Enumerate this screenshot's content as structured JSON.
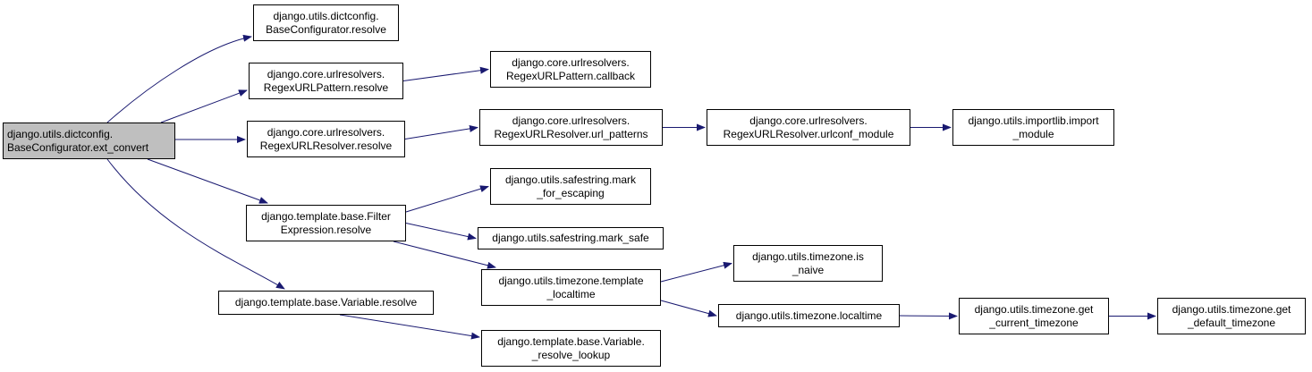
{
  "colors": {
    "edge": "#191970",
    "root_fill": "#bfbfbf",
    "node_fill": "#ffffff",
    "border": "#000000"
  },
  "nodes": [
    {
      "id": "n0",
      "lines": [
        "django.utils.dictconfig.",
        "BaseConfigurator.ext_convert"
      ],
      "root": true
    },
    {
      "id": "n1",
      "lines": [
        "django.utils.dictconfig.",
        "BaseConfigurator.resolve"
      ]
    },
    {
      "id": "n2",
      "lines": [
        "django.core.urlresolvers.",
        "RegexURLPattern.resolve"
      ]
    },
    {
      "id": "n3",
      "lines": [
        "django.core.urlresolvers.",
        "RegexURLPattern.callback"
      ]
    },
    {
      "id": "n4",
      "lines": [
        "django.core.urlresolvers.",
        "RegexURLResolver.resolve"
      ]
    },
    {
      "id": "n5",
      "lines": [
        "django.core.urlresolvers.",
        "RegexURLResolver.url_patterns"
      ]
    },
    {
      "id": "n6",
      "lines": [
        "django.core.urlresolvers.",
        "RegexURLResolver.urlconf_module"
      ]
    },
    {
      "id": "n7",
      "lines": [
        "django.utils.importlib.import",
        "_module"
      ]
    },
    {
      "id": "n8",
      "lines": [
        "django.template.base.Filter",
        "Expression.resolve"
      ]
    },
    {
      "id": "n9",
      "lines": [
        "django.utils.safestring.mark",
        "_for_escaping"
      ]
    },
    {
      "id": "n10",
      "lines": [
        "django.utils.safestring.mark_safe"
      ]
    },
    {
      "id": "n11",
      "lines": [
        "django.utils.timezone.template",
        "_localtime"
      ]
    },
    {
      "id": "n12",
      "lines": [
        "django.utils.timezone.is",
        "_naive"
      ]
    },
    {
      "id": "n13",
      "lines": [
        "django.utils.timezone.localtime"
      ]
    },
    {
      "id": "n14",
      "lines": [
        "django.utils.timezone.get",
        "_current_timezone"
      ]
    },
    {
      "id": "n15",
      "lines": [
        "django.utils.timezone.get",
        "_default_timezone"
      ]
    },
    {
      "id": "n16",
      "lines": [
        "django.template.base.Variable.resolve"
      ]
    },
    {
      "id": "n17",
      "lines": [
        "django.template.base.Variable.",
        "_resolve_lookup"
      ]
    }
  ],
  "edges": [
    [
      "n0",
      "n1"
    ],
    [
      "n0",
      "n2"
    ],
    [
      "n0",
      "n4"
    ],
    [
      "n0",
      "n8"
    ],
    [
      "n0",
      "n16"
    ],
    [
      "n2",
      "n3"
    ],
    [
      "n4",
      "n5"
    ],
    [
      "n5",
      "n6"
    ],
    [
      "n6",
      "n7"
    ],
    [
      "n8",
      "n9"
    ],
    [
      "n8",
      "n10"
    ],
    [
      "n8",
      "n11"
    ],
    [
      "n11",
      "n12"
    ],
    [
      "n11",
      "n13"
    ],
    [
      "n13",
      "n14"
    ],
    [
      "n14",
      "n15"
    ],
    [
      "n16",
      "n17"
    ]
  ]
}
